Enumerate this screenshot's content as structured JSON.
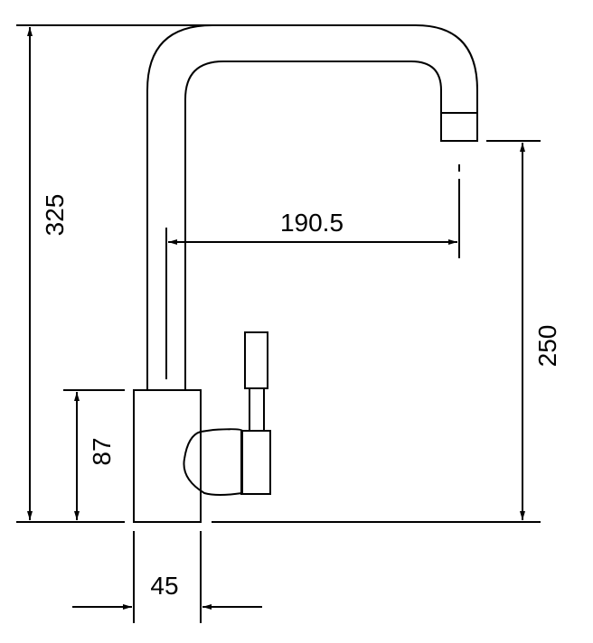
{
  "dimensions": {
    "total_height": "325",
    "spout_height": "250",
    "spout_reach": "190.5",
    "body_height": "87",
    "body_width": "45"
  },
  "colors": {
    "line": "#000000",
    "background": "#ffffff"
  }
}
